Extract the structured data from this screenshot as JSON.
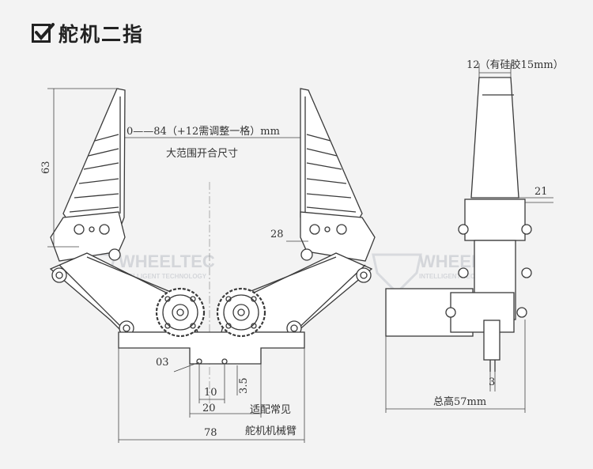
{
  "header": {
    "title": "舵机二指",
    "check_icon": "check-square-icon"
  },
  "watermark": {
    "brand": "WHEELTEC",
    "sub": "INTELLIGENT TECHNOLOGY"
  },
  "dimensions": {
    "opening_range": "0——84（+12需调整一格）mm",
    "opening_caption": "大范围开合尺寸",
    "height_63": "63",
    "width_28": "28",
    "hole_03": "03",
    "dim_10": "10",
    "dim_20": "20",
    "dim_78": "78",
    "dim_3_5": "3.5",
    "note_line1": "适配常见",
    "note_line2": "舵机机械臂",
    "side_top": "12（有硅胶15mm）",
    "side_21": "21",
    "side_3": "3",
    "side_total": "总高57mm"
  }
}
